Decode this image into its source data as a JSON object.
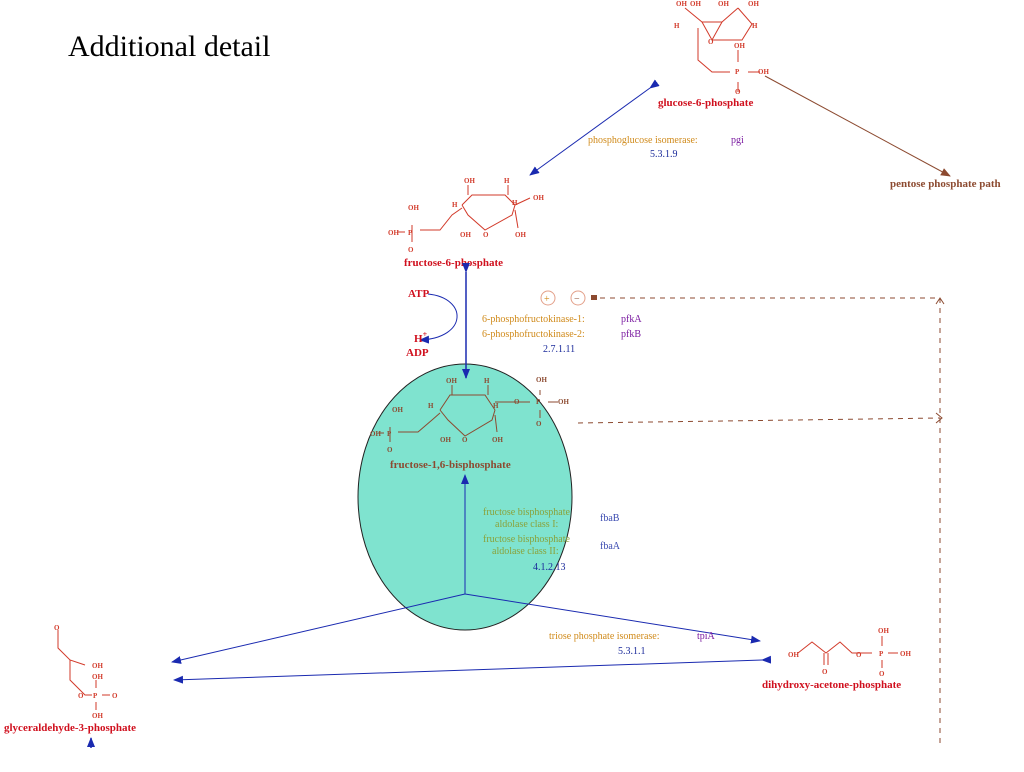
{
  "slide": {
    "title": "Additional detail"
  },
  "metabolites": {
    "g6p": "glucose-6-phosphate",
    "f6p": "fructose-6-phosphate",
    "f16bp": "fructose-1,6-bisphosphate",
    "gap": "glyceraldehyde-3-phosphate",
    "dhap": "dihydroxy-acetone-phosphate",
    "ppp": "pentose phosphate path"
  },
  "reactions": {
    "pgi": {
      "enzyme": "phosphoglucose isomerase:",
      "gene": "pgi",
      "ec": "5.3.1.9"
    },
    "pfk": {
      "enzyme1": "6-phosphofructokinase-1:",
      "gene1": "pfkA",
      "enzyme2": "6-phosphofructokinase-2:",
      "gene2": "pfkB",
      "ec": "2.7.1.11"
    },
    "fba": {
      "enzyme1_l1": "fructose bisphosphate",
      "enzyme1_l2": "aldolase class I:",
      "gene1": "fbaB",
      "enzyme2_l1": "fructose bisphosphate",
      "enzyme2_l2": "aldolase class II:",
      "gene2": "fbaA",
      "ec": "4.1.2.13"
    },
    "tpi": {
      "enzyme": "triose phosphate isomerase:",
      "gene": "tpiA",
      "ec": "5.3.1.1"
    }
  },
  "cofactors": {
    "atp": "ATP",
    "h": "H",
    "h_sup": "+",
    "adp": "ADP"
  },
  "regulation": {
    "activator": "+",
    "inhibitor": "−"
  },
  "atoms": {
    "oh": "OH",
    "o": "O",
    "h": "H",
    "p": "P"
  },
  "colors": {
    "metabolite_red": "#d0101e",
    "metabolite_brown": "#8c4a30",
    "arrow_blue": "#1a2ab0",
    "highlight_teal": "#7fe3cf",
    "enzyme_orange": "#d08a1a",
    "enzyme_green": "#8aa23a",
    "gene_purple": "#7a1aa0"
  }
}
